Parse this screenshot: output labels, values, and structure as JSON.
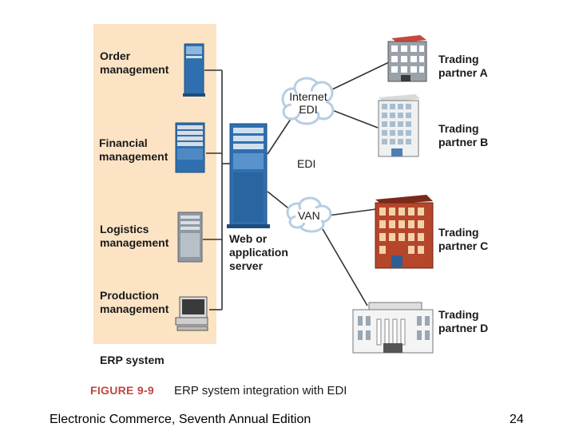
{
  "erp": {
    "order": "Order\nmanagement",
    "financial": "Financial\nmanagement",
    "logistics": "Logistics\nmanagement",
    "production": "Production\nmanagement",
    "system": "ERP system"
  },
  "server": {
    "label": "Web or\napplication\nserver"
  },
  "networks": {
    "internet_edi": "Internet\nEDI",
    "edi": "EDI",
    "van": "VAN"
  },
  "partners": {
    "a": "Trading\npartner A",
    "b": "Trading\npartner B",
    "c": "Trading\npartner C",
    "d": "Trading\npartner D"
  },
  "figure": {
    "number": "FIGURE 9-9",
    "title": "ERP system integration with EDI"
  },
  "footer": {
    "left": "Electronic Commerce, Seventh Annual Edition",
    "page": "24"
  },
  "colors": {
    "erp_panel": "#fbe3c4",
    "figure_number": "#c2453f",
    "server": "#2f6fb0",
    "brick": "#b5452b"
  }
}
